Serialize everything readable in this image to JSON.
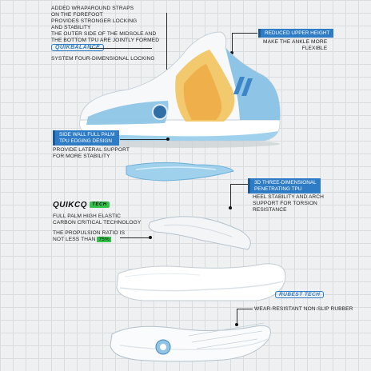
{
  "top_left": {
    "line1": "ADDED WRAPAROUND STRAPS",
    "line2": "ON THE FOREFOOT",
    "line3": "PROVIDES STRONGER LOCKING",
    "line4": "AND STABILITY",
    "line5": "THE OUTER SIDE OF THE MIDSOLE AND",
    "line6": "THE BOTTOM TPU ARE JOINTLY FORMED",
    "badge": "QUIKBALANCE",
    "note": "SYSTEM FOUR-DIMENSIONAL LOCKING"
  },
  "top_right": {
    "chip": "REDUCED UPPER HEIGHT",
    "line1": "MAKE THE ANKLE MORE",
    "line2": "FLEXIBLE"
  },
  "side_wall": {
    "chip1": "SIDE WALL FULL PALM",
    "chip2": "TPU EDGING DESIGN",
    "line1": "PROVIDE LATERAL SUPPORT",
    "line2": "FOR MORE STABILITY"
  },
  "penetrating": {
    "chip1": "3D THREE-DIMENSIONAL",
    "chip2": "PENETRATING TPU",
    "line1": "HEEL STABILITY AND ARCH",
    "line2": "SUPPORT FOR TORSION",
    "line3": "RESISTANCE"
  },
  "quikcq": {
    "logo": "QUIKCQ",
    "tag": "TECH",
    "line1": "FULL PALM HIGH ELASTIC",
    "line2": "CARBON CRITICAL TECHNOLOGY",
    "line3": "THE PROPULSION RATIO IS",
    "line4": "NOT LESS THAN",
    "ratio": "75%"
  },
  "rubest": {
    "badge": "RUBEST TECH",
    "line1": "WEAR-RESISTANT NON-SLIP RUBBER"
  },
  "colors": {
    "accent": "#2e7cc5",
    "highlight": "#35c24b",
    "shoe_blue": "#8ec5e6",
    "shoe_yellow": "#f0b74a"
  }
}
